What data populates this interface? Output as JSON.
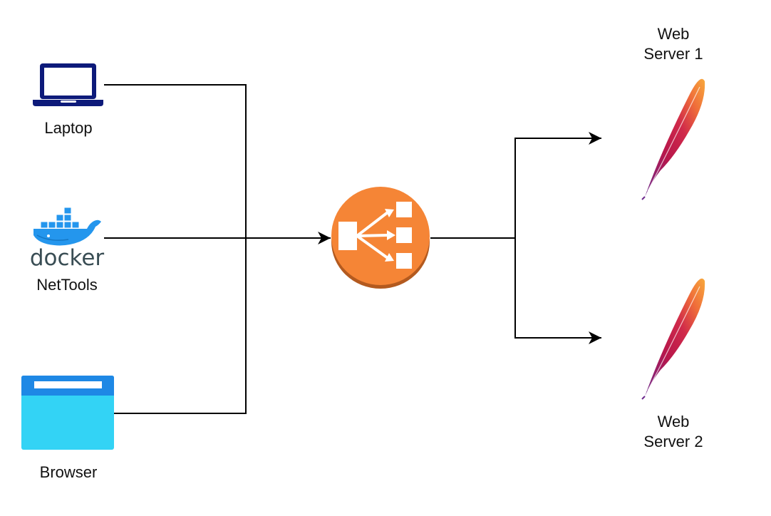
{
  "clients": {
    "laptop": {
      "label": "Laptop",
      "icon": "laptop-icon"
    },
    "docker": {
      "label": "NetTools",
      "logo_text": "docker",
      "icon": "docker-whale-icon"
    },
    "browser": {
      "label": "Browser",
      "icon": "browser-window-icon"
    }
  },
  "load_balancer": {
    "icon": "load-balancer-icon"
  },
  "servers": [
    {
      "line1": "Web",
      "line2": "Server 1",
      "icon": "apache-feather-icon"
    },
    {
      "line1": "Web",
      "line2": "Server 2",
      "icon": "apache-feather-icon"
    }
  ],
  "colors": {
    "laptop": "#0d1a7a",
    "docker_blue": "#2496ed",
    "docker_text": "#394d54",
    "browser_top": "#1e88e5",
    "browser_body": "#33d3f5",
    "load_balancer": "#f58536",
    "connector": "#000000"
  }
}
